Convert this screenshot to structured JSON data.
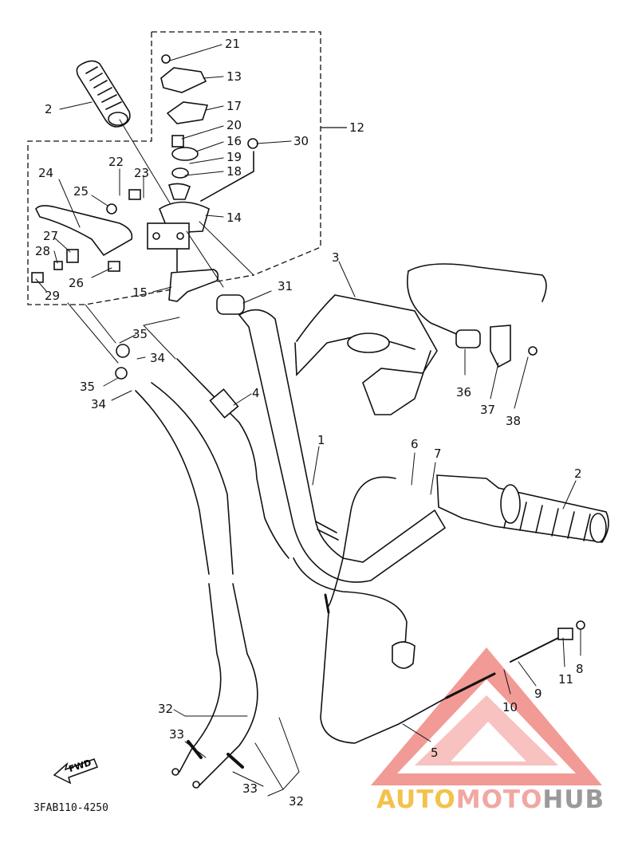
{
  "diagram_code": "3FAB110-4250",
  "direction_label": "FWD",
  "watermark": {
    "part1": "AUTO",
    "part2": "MOTO",
    "part3": "HUB"
  },
  "watermark_colors": {
    "auto": "#f3c24b",
    "moto": "#f1a7a2",
    "hub": "#9a9a9a",
    "logo": "#e8483f"
  },
  "callouts": {
    "n1": "1",
    "n2a": "2",
    "n2b": "2",
    "n3": "3",
    "n4": "4",
    "n5": "5",
    "n6": "6",
    "n7": "7",
    "n8": "8",
    "n9": "9",
    "n10": "10",
    "n11": "11",
    "n12": "12",
    "n13": "13",
    "n14": "14",
    "n15": "15",
    "n16": "16",
    "n17": "17",
    "n18": "18",
    "n19": "19",
    "n20": "20",
    "n21": "21",
    "n22": "22",
    "n23": "23",
    "n24": "24",
    "n25": "25",
    "n26": "26",
    "n27": "27",
    "n28": "28",
    "n29": "29",
    "n30": "30",
    "n31": "31",
    "n32a": "32",
    "n32b": "32",
    "n33a": "33",
    "n33b": "33",
    "n34a": "34",
    "n34b": "34",
    "n35a": "35",
    "n35b": "35",
    "n36": "36",
    "n37": "37",
    "n38": "38"
  }
}
